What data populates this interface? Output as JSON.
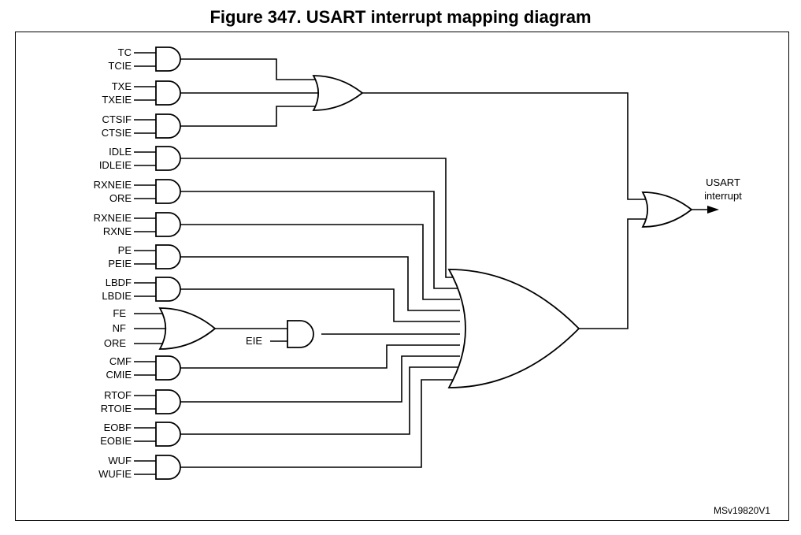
{
  "title": "Figure 347. USART interrupt mapping diagram",
  "ref_id": "MSv19820V1",
  "and_gates": [
    {
      "a": "TC",
      "b": "TCIE"
    },
    {
      "a": "TXE",
      "b": "TXEIE"
    },
    {
      "a": "CTSIF",
      "b": "CTSIE"
    },
    {
      "a": "IDLE",
      "b": "IDLEIE"
    },
    {
      "a": "RXNEIE",
      "b": "ORE"
    },
    {
      "a": "RXNEIE",
      "b": "RXNE"
    },
    {
      "a": "PE",
      "b": "PEIE"
    },
    {
      "a": "LBDF",
      "b": "LBDIE"
    },
    {
      "a": "CMF",
      "b": "CMIE"
    },
    {
      "a": "RTOF",
      "b": "RTOIE"
    },
    {
      "a": "EOBF",
      "b": "EOBIE"
    },
    {
      "a": "WUF",
      "b": "WUFIE"
    }
  ],
  "error_or_inputs": [
    "FE",
    "NF",
    "ORE"
  ],
  "error_enable": "EIE",
  "output": {
    "line1": "USART",
    "line2": "interrupt"
  }
}
